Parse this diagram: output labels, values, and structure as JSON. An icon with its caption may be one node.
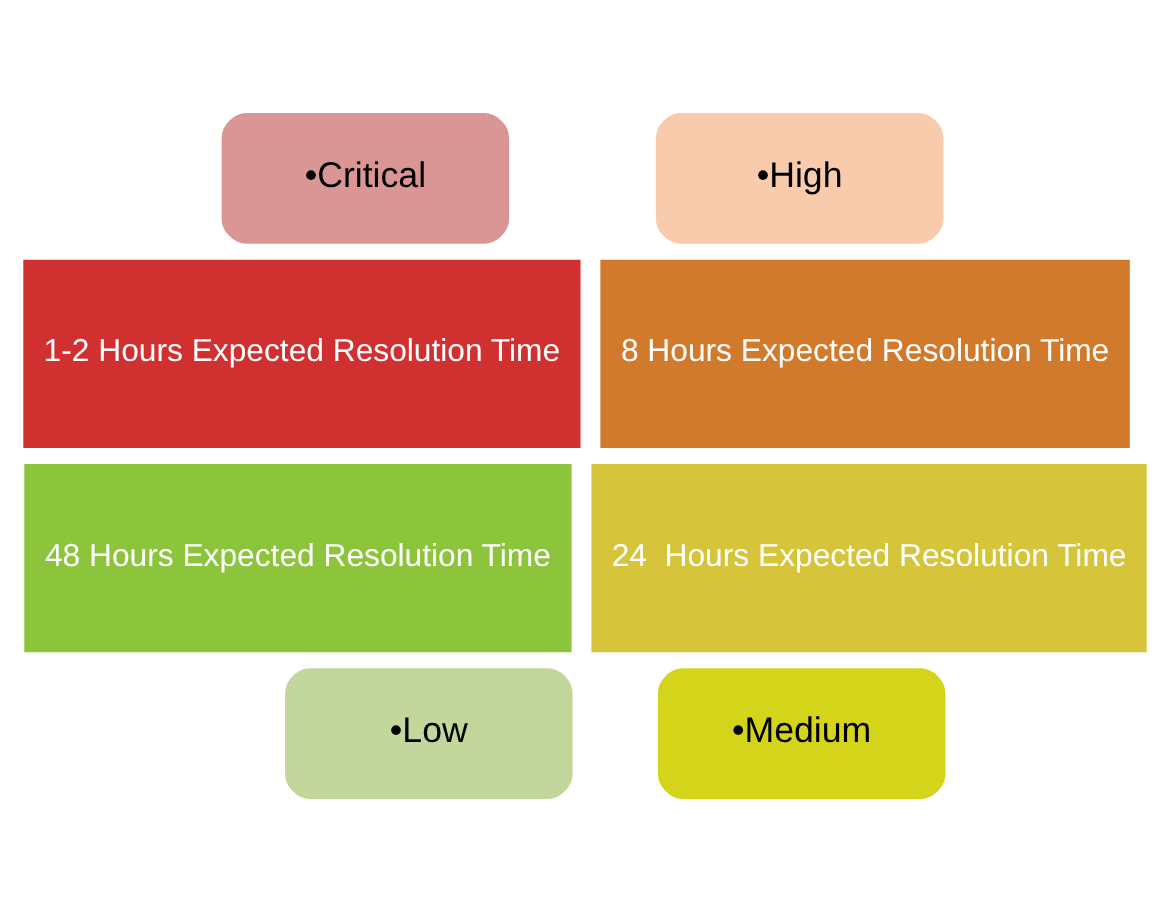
{
  "diagram": {
    "nodes": [
      {
        "text": [
          "•Critical"
        ]
      },
      {
        "text": [
          "•High"
        ]
      },
      {
        "text": [
          "1-2 Hours Expected Resolution Time"
        ]
      },
      {
        "text": [
          "8 Hours Expected Resolution Time"
        ]
      },
      {
        "text": [
          "48 Hours Expected Resolution Time"
        ]
      },
      {
        "text": [
          "24  Hours Expected Resolution Time"
        ]
      },
      {
        "text": [
          "•Low"
        ]
      },
      {
        "text": [
          "•Medium"
        ]
      }
    ],
    "edges": []
  }
}
